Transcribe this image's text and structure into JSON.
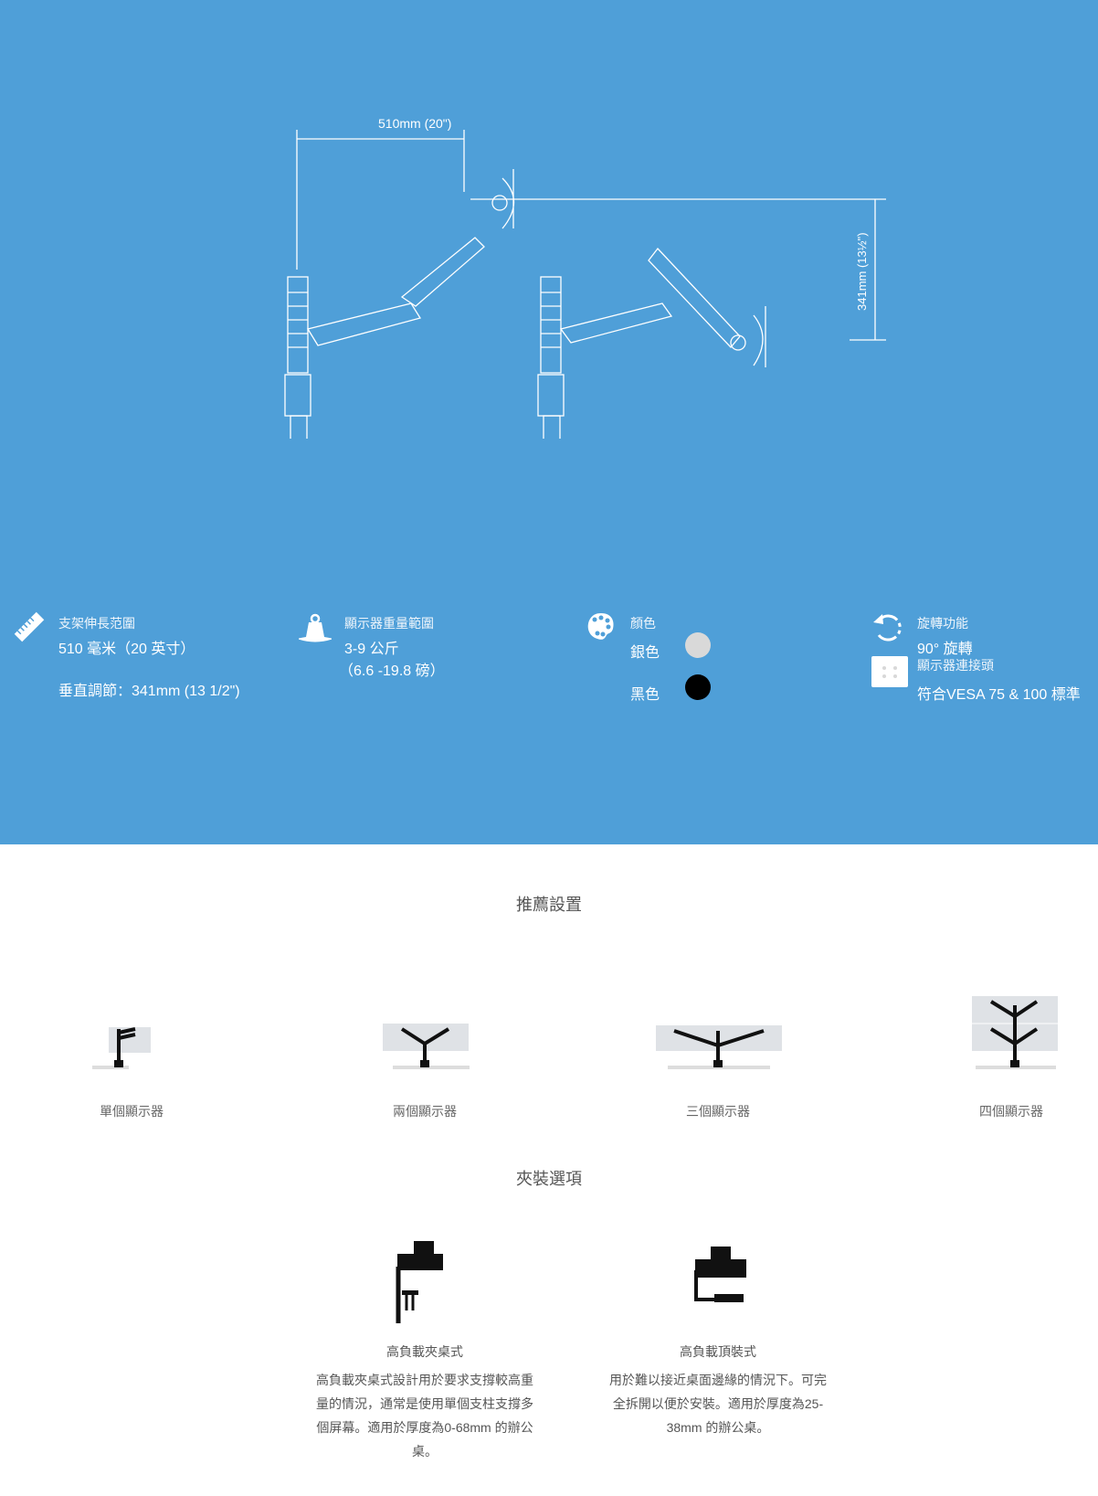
{
  "diagram": {
    "width_label": "510mm (20\")",
    "height_label": "341mm (13½\")"
  },
  "specs": {
    "reach": {
      "icon": "ruler-icon",
      "label": "支架伸長范圍",
      "value": "510 毫米（20 英寸）",
      "vertical": "垂直調節：341mm (13 1/2\")"
    },
    "weight": {
      "icon": "weight-icon",
      "label": "顯示器重量範圍",
      "value": "3-9 公斤",
      "value2": "（6.6 -19.8 磅）"
    },
    "color": {
      "icon": "palette-icon",
      "label": "顏色",
      "options": [
        {
          "name": "銀色",
          "hex": "#d9d9d9"
        },
        {
          "name": "黑色",
          "hex": "#000000"
        }
      ]
    },
    "rotation": {
      "icon": "rotate-icon",
      "label": "旋轉功能",
      "value": "90° 旋轉"
    },
    "vesa": {
      "icon": "vesa-icon",
      "label": "顯示器連接頭",
      "value": "符合VESA 75 & 100 標準"
    }
  },
  "colors": {
    "hero_bg": "#4f9fd8"
  },
  "setups": {
    "title": "推薦設置",
    "items": [
      "單個顯示器",
      "兩個顯示器",
      "三個顯示器",
      "四個顯示器"
    ]
  },
  "clamps": {
    "title": "夾裝選項",
    "items": [
      {
        "title": "高負載夾桌式",
        "desc": "高負載夾桌式設計用於要求支撐較高重量的情況，通常是使用單個支柱支撐多個屏幕。適用於厚度為0-68mm 的辦公桌。"
      },
      {
        "title": "高負載頂裝式",
        "desc": "用於難以接近桌面邊緣的情況下。可完全拆開以便於安裝。適用於厚度為25-38mm 的辦公桌。"
      }
    ]
  }
}
